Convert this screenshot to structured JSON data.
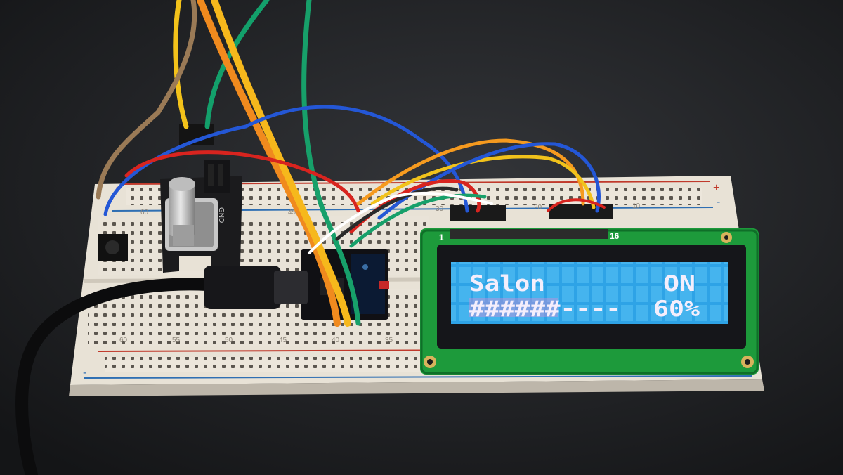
{
  "photo": {
    "subject": "breadboard with rotary encoder, microcontroller board and 16x2 LCD"
  },
  "lcd": {
    "line1_left": "Salon",
    "line1_right": "ON",
    "line2_bar": "######----",
    "line2_percent": "60%",
    "pin_first": "1",
    "pin_last": "16",
    "backlight_color": "#2ea3e6"
  },
  "breadboard": {
    "rail_plus_left": "+",
    "rail_plus_right": "+",
    "rail_minus_left": "-",
    "rail_minus_right": "-",
    "col_numbers_top": [
      "60",
      "45",
      "30",
      "20",
      "10"
    ],
    "col_numbers_bottom": [
      "60",
      "55",
      "50",
      "45",
      "40",
      "35"
    ]
  },
  "encoder_module": {
    "pin_label": "GND"
  }
}
